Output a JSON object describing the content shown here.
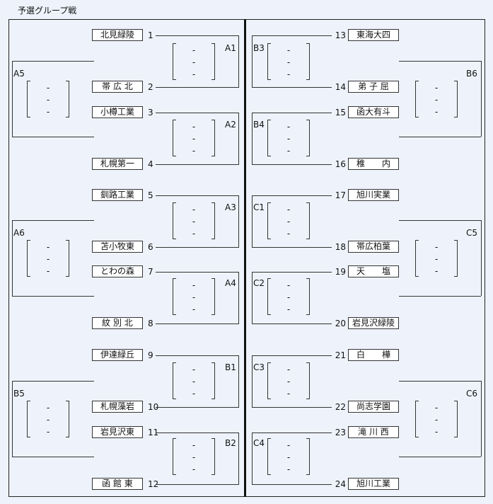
{
  "title": "予選グループ戦",
  "teams": [
    {
      "seed": "1",
      "name": "北見緑陵"
    },
    {
      "seed": "2",
      "name": "帯 広 北"
    },
    {
      "seed": "3",
      "name": "小樽工業"
    },
    {
      "seed": "4",
      "name": "札幌第一"
    },
    {
      "seed": "5",
      "name": "釧路工業"
    },
    {
      "seed": "6",
      "name": "苫小牧東"
    },
    {
      "seed": "7",
      "name": "とわの森"
    },
    {
      "seed": "8",
      "name": "紋 別 北"
    },
    {
      "seed": "9",
      "name": "伊達緑丘"
    },
    {
      "seed": "10",
      "name": "札幌藻岩"
    },
    {
      "seed": "11",
      "name": "岩見沢東"
    },
    {
      "seed": "12",
      "name": "函 館 東"
    },
    {
      "seed": "13",
      "name": "東海大四"
    },
    {
      "seed": "14",
      "name": "弟 子 屈"
    },
    {
      "seed": "15",
      "name": "函大有斗"
    },
    {
      "seed": "16",
      "name": "稚　　内"
    },
    {
      "seed": "17",
      "name": "旭川実業"
    },
    {
      "seed": "18",
      "name": "帯広柏葉"
    },
    {
      "seed": "19",
      "name": "天　　塩"
    },
    {
      "seed": "20",
      "name": "岩見沢緑陵"
    },
    {
      "seed": "21",
      "name": "白　　樺"
    },
    {
      "seed": "22",
      "name": "尚志学園"
    },
    {
      "seed": "23",
      "name": "滝 川 西"
    },
    {
      "seed": "24",
      "name": "旭川工業"
    }
  ],
  "matches": [
    {
      "label": "A1",
      "score": [
        "-",
        "-",
        "-"
      ]
    },
    {
      "label": "A2",
      "score": [
        "-",
        "-",
        "-"
      ]
    },
    {
      "label": "A3",
      "score": [
        "-",
        "-",
        "-"
      ]
    },
    {
      "label": "A4",
      "score": [
        "-",
        "-",
        "-"
      ]
    },
    {
      "label": "B1",
      "score": [
        "-",
        "-",
        "-"
      ]
    },
    {
      "label": "B2",
      "score": [
        "-",
        "-",
        "-"
      ]
    },
    {
      "label": "B3",
      "score": [
        "-",
        "-",
        "-"
      ]
    },
    {
      "label": "B4",
      "score": [
        "-",
        "-",
        "-"
      ]
    },
    {
      "label": "C1",
      "score": [
        "-",
        "-",
        "-"
      ]
    },
    {
      "label": "C2",
      "score": [
        "-",
        "-",
        "-"
      ]
    },
    {
      "label": "C3",
      "score": [
        "-",
        "-",
        "-"
      ]
    },
    {
      "label": "C4",
      "score": [
        "-",
        "-",
        "-"
      ]
    },
    {
      "label": "A5",
      "score": [
        "-",
        "-",
        "-"
      ]
    },
    {
      "label": "A6",
      "score": [
        "-",
        "-",
        "-"
      ]
    },
    {
      "label": "B5",
      "score": [
        "-",
        "-",
        "-"
      ]
    },
    {
      "label": "B6",
      "score": [
        "-",
        "-",
        "-"
      ]
    },
    {
      "label": "C5",
      "score": [
        "-",
        "-",
        "-"
      ]
    },
    {
      "label": "C6",
      "score": [
        "-",
        "-",
        "-"
      ]
    }
  ]
}
